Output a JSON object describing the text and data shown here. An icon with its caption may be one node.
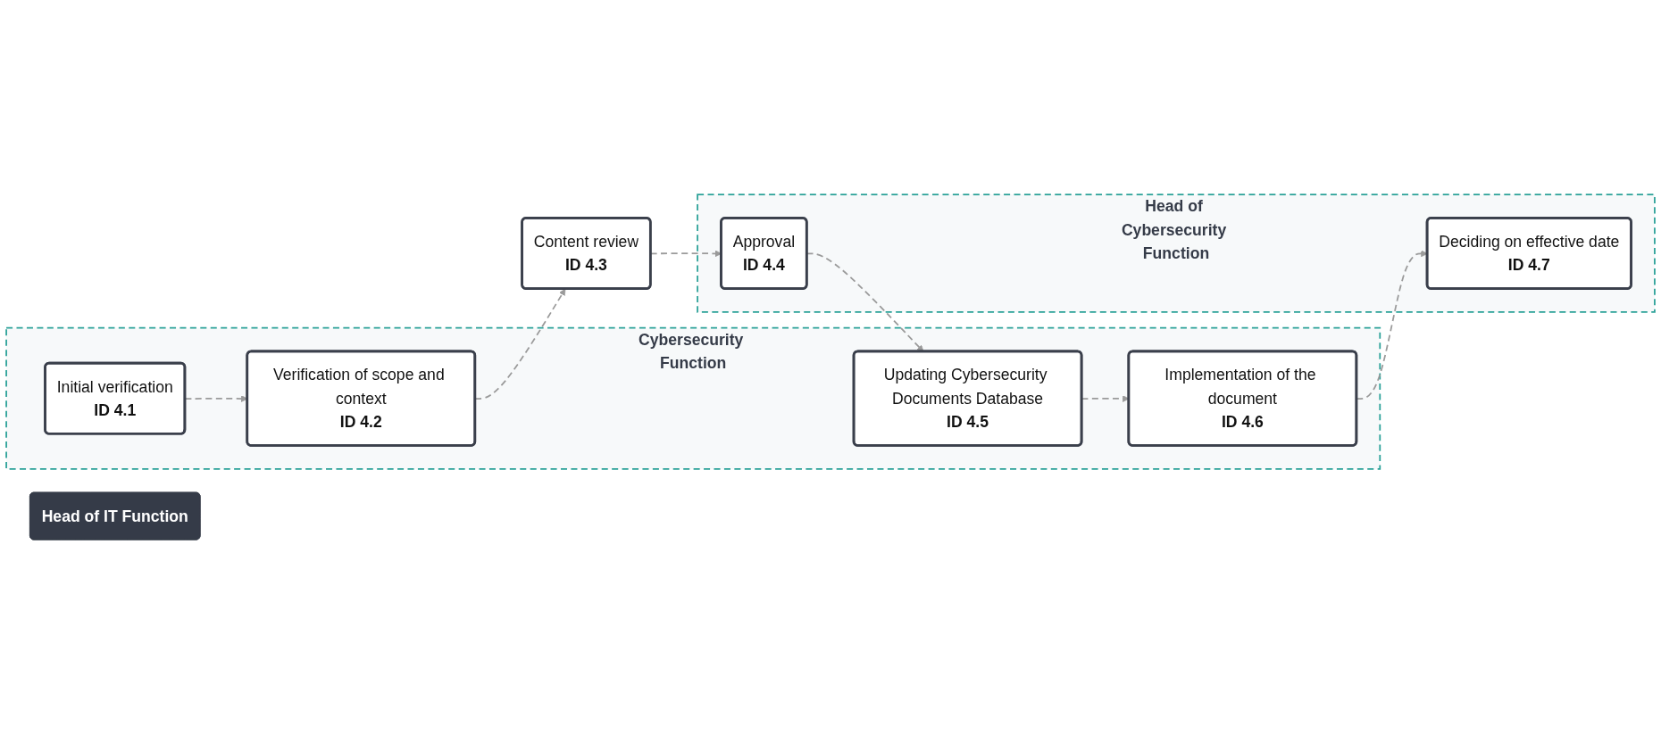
{
  "diagram": {
    "nodes": [
      {
        "text": [
          "Cybersecurity Function"
        ]
      },
      {
        "text": [
          "Initial verification",
          "ID 4.1"
        ],
        "in": 0
      },
      {
        "text": [
          "Verification of scope and context",
          "ID 4.2"
        ],
        "in": 0
      },
      {
        "text": [
          "Updating Cybersecurity Documents Database",
          "ID 4.5"
        ],
        "in": 0
      },
      {
        "text": [
          "Implementation of the document",
          "ID 4.6"
        ],
        "in": 0
      },
      {
        "text": [
          "Head of Cybersecurity Function"
        ]
      },
      {
        "text": [
          "Approval",
          "ID 4.4"
        ],
        "in": 5
      },
      {
        "text": [
          "Deciding on effective date",
          "ID 4.7"
        ],
        "in": 5
      },
      {
        "text": [
          "Content review",
          "ID 4.3"
        ]
      },
      {
        "text": [
          "Head of IT Function"
        ]
      }
    ],
    "edges": [
      {
        "from": 1,
        "to": 2,
        "arrow": "to",
        "style": "dashed"
      },
      {
        "from": 2,
        "to": 8,
        "arrow": "to",
        "style": "dashed"
      },
      {
        "from": 8,
        "to": 6,
        "arrow": "to",
        "style": "dashed"
      },
      {
        "from": 6,
        "to": 3,
        "arrow": "to",
        "style": "dashed"
      },
      {
        "from": 3,
        "to": 4,
        "arrow": "to",
        "style": "dashed"
      },
      {
        "from": 4,
        "to": 7,
        "arrow": "to",
        "style": "dashed"
      }
    ]
  }
}
